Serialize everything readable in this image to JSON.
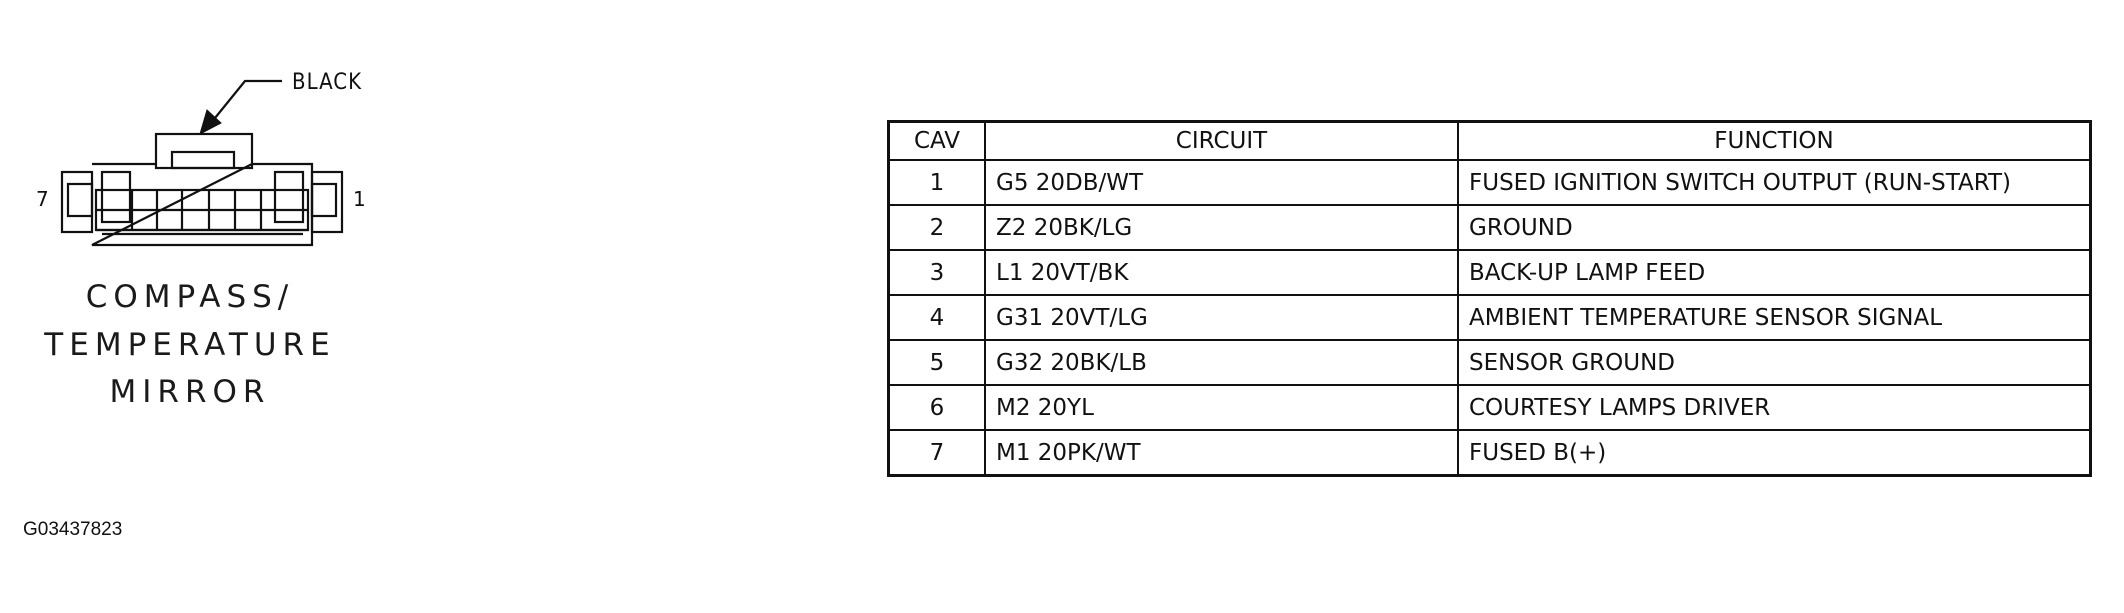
{
  "connector": {
    "color_label": "BLACK",
    "pin_left": "7",
    "pin_right": "1",
    "name_lines": [
      "COMPASS/",
      "TEMPERATURE",
      "MIRROR"
    ]
  },
  "figure_code": "G03437823",
  "table": {
    "headers": [
      "CAV",
      "CIRCUIT",
      "FUNCTION"
    ],
    "rows": [
      {
        "cav": "1",
        "circuit": "G5 20DB/WT",
        "function": "FUSED IGNITION SWITCH OUTPUT (RUN-START)"
      },
      {
        "cav": "2",
        "circuit": "Z2 20BK/LG",
        "function": "GROUND"
      },
      {
        "cav": "3",
        "circuit": "L1 20VT/BK",
        "function": "BACK-UP LAMP FEED"
      },
      {
        "cav": "4",
        "circuit": "G31 20VT/LG",
        "function": "AMBIENT TEMPERATURE SENSOR SIGNAL"
      },
      {
        "cav": "5",
        "circuit": "G32 20BK/LB",
        "function": "SENSOR GROUND"
      },
      {
        "cav": "6",
        "circuit": "M2 20YL",
        "function": "COURTESY LAMPS DRIVER"
      },
      {
        "cav": "7",
        "circuit": "M1 20PK/WT",
        "function": "FUSED B(+)"
      }
    ]
  }
}
